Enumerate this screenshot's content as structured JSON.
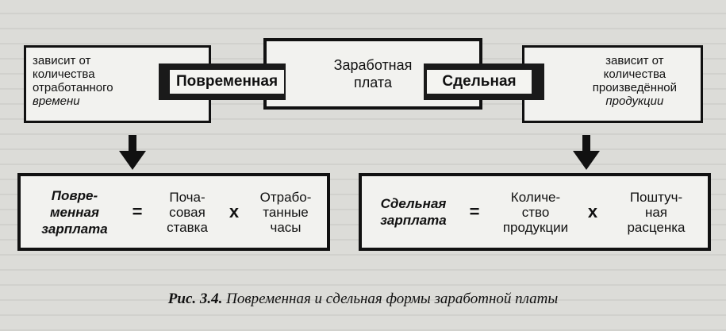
{
  "top": {
    "center_title": "Заработная\nплата",
    "left_tag": "Повременная",
    "right_tag": "Сдельная",
    "left_note": {
      "lines": [
        "зависит от",
        "количества",
        "отработанного"
      ],
      "italic_line": "времени"
    },
    "right_note": {
      "lines": [
        "зависит от",
        "количества",
        "произведённой"
      ],
      "italic_line": "продукции"
    }
  },
  "formulas": {
    "time": {
      "name": "Повре-\nменная\nзарплата",
      "equals": "=",
      "term1": "Почa-\nсовая\nставка",
      "times": "x",
      "term2": "Отрабо-\nтанные\nчасы"
    },
    "piece": {
      "name": "Сдельная\nзарплата",
      "equals": "=",
      "term1": "Количе-\nство\nпродукции",
      "times": "x",
      "term2": "Поштуч-\nная\nрасценка"
    }
  },
  "caption": {
    "number": "Рис. 3.4.",
    "text": "Повременная и сдельная формы заработной платы"
  }
}
